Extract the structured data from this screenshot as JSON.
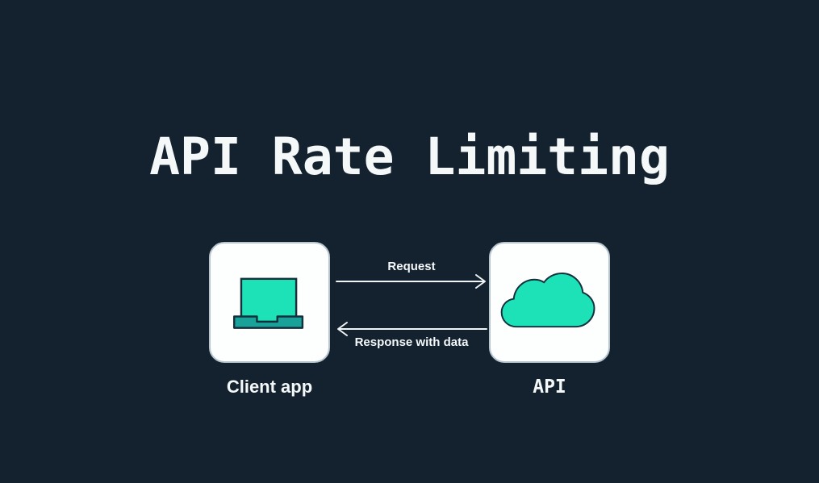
{
  "title": "API Rate Limiting",
  "diagram": {
    "nodes": [
      {
        "id": "client",
        "label": "Client app",
        "icon": "laptop-icon"
      },
      {
        "id": "api",
        "label": "API",
        "icon": "cloud-icon"
      }
    ],
    "arrows": [
      {
        "label": "Request",
        "direction": "right",
        "from": "client",
        "to": "api"
      },
      {
        "label": "Response with data",
        "direction": "left",
        "from": "api",
        "to": "client"
      }
    ]
  },
  "colors": {
    "background": "#13222e",
    "text": "#f5f8f9",
    "card_background": "#fdfefe",
    "card_border": "#b6c5ce",
    "teal_bright": "#1de2b8",
    "teal_dark": "#18a299",
    "icon_outline": "#14303c",
    "arrow": "#f0f4f5"
  }
}
